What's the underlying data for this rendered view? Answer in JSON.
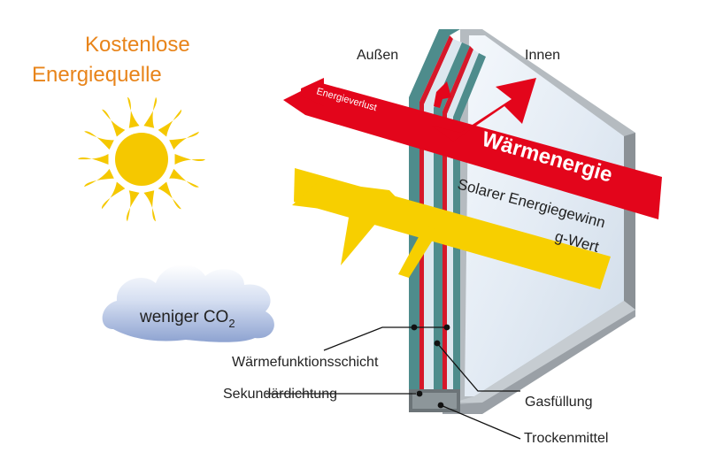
{
  "headline": {
    "line1": "Kostenlose",
    "line2": "Energiequelle"
  },
  "sides": {
    "outside": "Außen",
    "inside": "Innen"
  },
  "arrows": {
    "energy_loss": "Energieverlust",
    "heat_energy": "Wärmenergie",
    "solar_gain": "Solarer Energiegewinn",
    "g_value": "g-Wert"
  },
  "cloud": {
    "text": "weniger CO",
    "subscript": "2"
  },
  "callouts": {
    "coating": "Wärmefunktionsschicht",
    "secondary_seal": "Sekundärdichtung",
    "gas_fill": "Gasfüllung",
    "desiccant": "Trockenmittel"
  },
  "colors": {
    "headline_orange": "#e8841a",
    "sun_yellow": "#f5c800",
    "solar_arrow_yellow": "#f7cf00",
    "heat_arrow_red": "#e3051b",
    "glass_teal": "#4e8c8c",
    "frame_grey": "#9aa0a6",
    "cloud_blue": "#b7c5e6"
  },
  "icons": [
    "sun-icon",
    "cloud-icon"
  ]
}
